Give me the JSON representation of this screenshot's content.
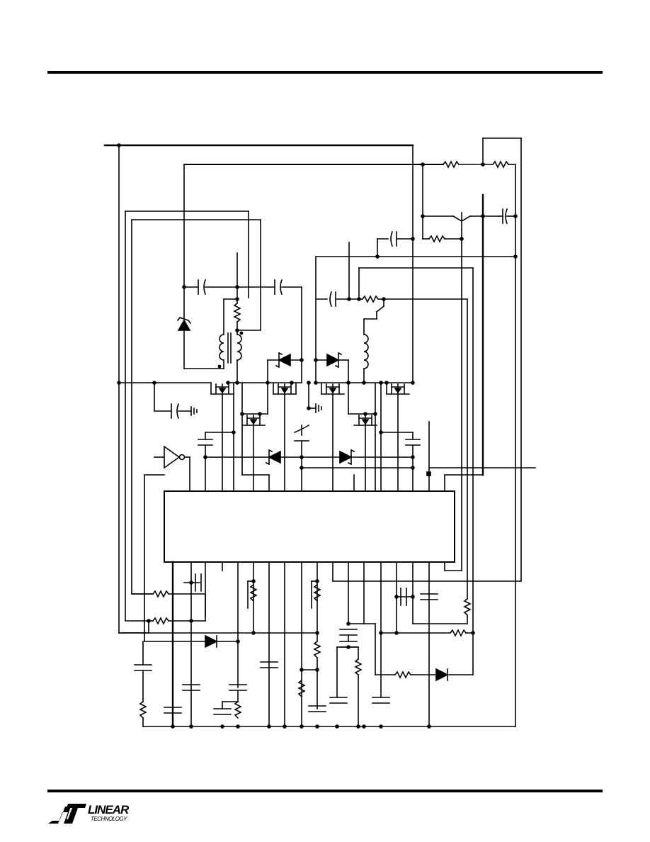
{
  "page": {
    "header_rule": true,
    "footer_rule": true
  },
  "logo": {
    "word": "LINEAR",
    "sub": "TECHNOLOGY",
    "icon": "lt-logo-icon"
  },
  "schematic": {
    "ic_block": "controller-ic",
    "components": {
      "mosfets": 6,
      "inverter": 1,
      "transformer": 1,
      "inductor": 1,
      "bjt": 1,
      "zener_diode": 1,
      "schottky_diodes": 4,
      "rectifier_diodes": 2
    }
  },
  "colors": {
    "ink": "#000000",
    "paper": "#ffffff"
  }
}
